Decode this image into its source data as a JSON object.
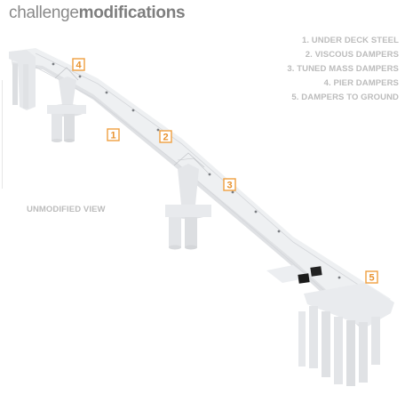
{
  "title": {
    "light": "challenge",
    "bold": "modifications"
  },
  "legend": [
    "1. UNDER DECK STEEL",
    "2. VISCOUS DAMPERS",
    "3. TUNED MASS DAMPERS",
    "4. PIER DAMPERS",
    "5. DAMPERS TO GROUND"
  ],
  "view_label": "UNMODIFIED VIEW",
  "markers": [
    "4",
    "1",
    "2",
    "3",
    "5"
  ],
  "colors": {
    "accent": "#f0a040",
    "structure": "#e9eaec",
    "damper": "#1a1a1a"
  }
}
